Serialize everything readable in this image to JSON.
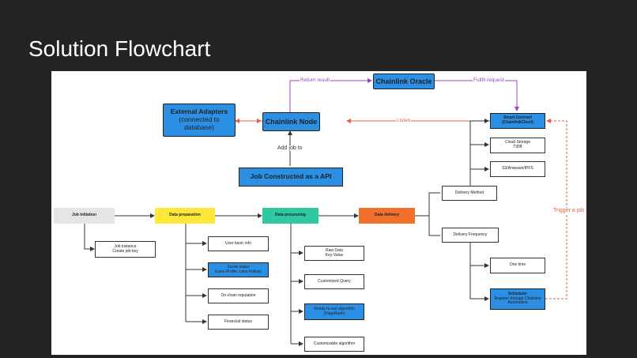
{
  "slide": {
    "title": "Solution Flowchart"
  },
  "nodes": {
    "chainlink_oracle": "Chainlink Oracle",
    "external_adapters": [
      "External Adapters",
      "(connected to",
      "database)"
    ],
    "chainlink_node": "Chainlink Node",
    "smart_contract": [
      "Smart Contract",
      "(ChainlinkClient)"
    ],
    "cloud_storage": [
      "Cloud Storage",
      "TIDB"
    ],
    "s3_storage": "S3/Arweave/IPFS",
    "job_constructed": "Job Constructed as a API",
    "delivery_method": "Delivery Method",
    "job_initiation": "Job Initiation",
    "data_preparation": "Data preparation",
    "data_processing": "Data processing",
    "data_delivery": "Data delivery",
    "job_instance": [
      "Job instance",
      "Create job-key"
    ],
    "user_basic_info": "User basic info",
    "social_status": [
      "Social status",
      "(Lens Profile, Lens Follow)"
    ],
    "onchain_reputation": "On-chain reputation",
    "financial_status": "Financial status",
    "raw_data": [
      "Raw Data",
      "Key-Value"
    ],
    "customized_query": "Customized Query",
    "ready_algorithm": [
      "Ready to use algorithm",
      "(PageRank)"
    ],
    "customizable_algorithm": "Customizable algorithm",
    "delivery_frequency": "Delivery Frequency",
    "one_time": "One time",
    "scheduler": [
      "Scheduler",
      "Register through Chainlink",
      "Automation"
    ]
  },
  "edges": {
    "return_result": "Return result",
    "fulfill_request": "Fullfil request",
    "listen": "Listen",
    "add_job_to": "Add job to",
    "trigger_a_job": "Trigger a job"
  },
  "colors": {
    "background": "#232323",
    "blue": "#2b8fe3",
    "yellow": "#ffe83a",
    "green": "#2ec9a0",
    "orange": "#f0702c",
    "gray": "#e5e5e5",
    "purple": "#a040c0",
    "red": "#e06040"
  }
}
